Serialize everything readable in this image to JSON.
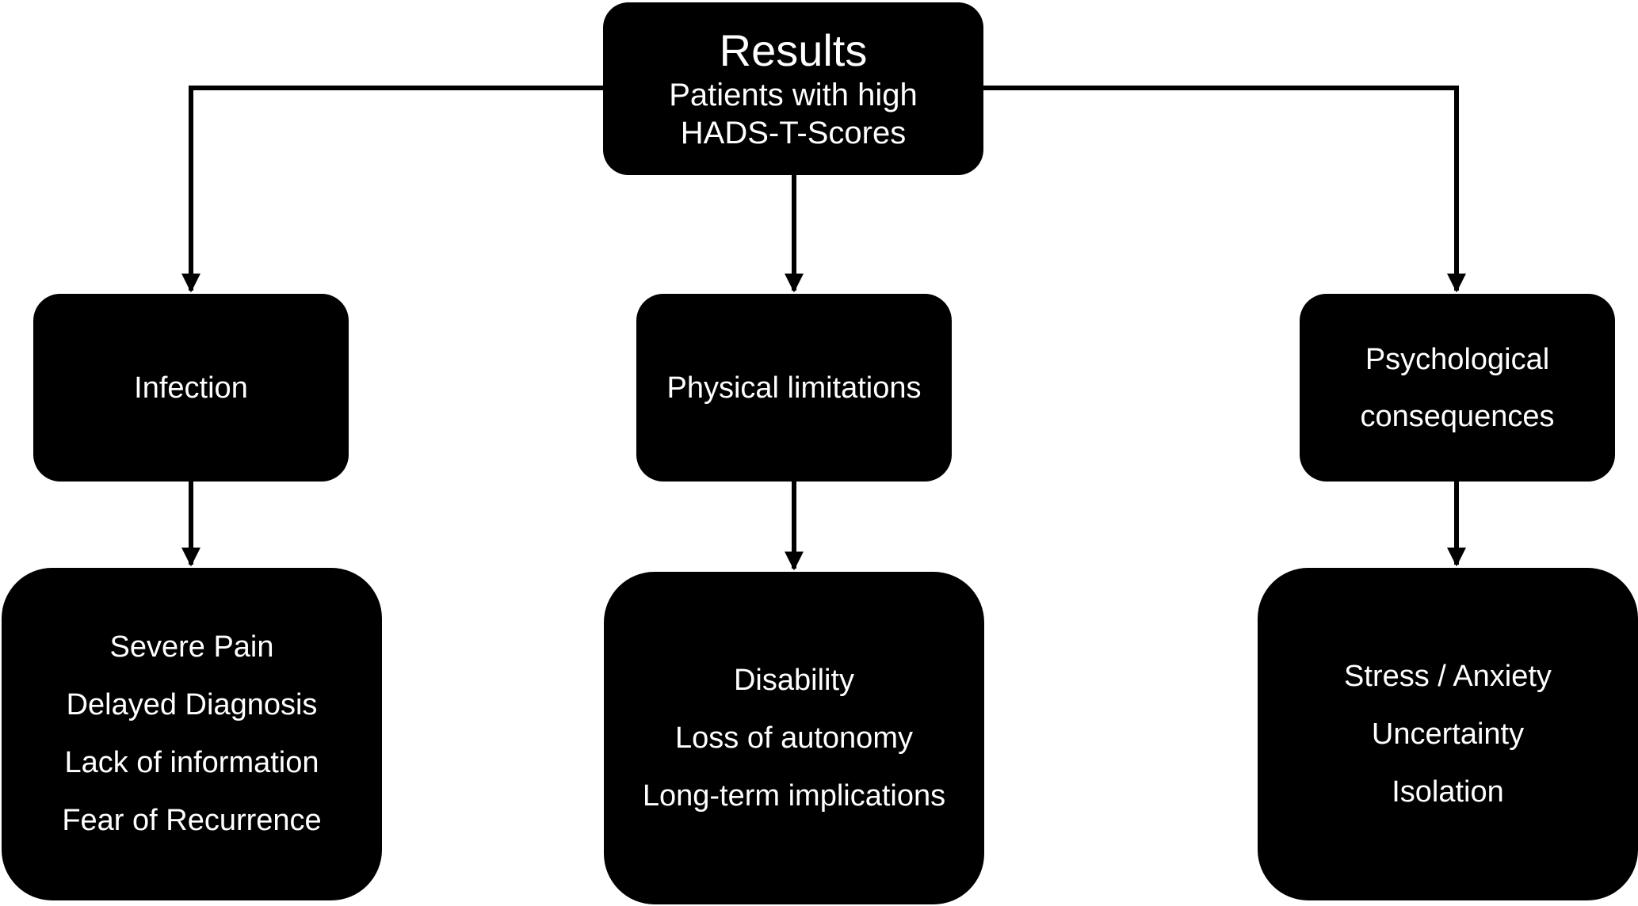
{
  "root": {
    "title": "Results",
    "subtitle_line1": "Patients with high",
    "subtitle_line2": "HADS-T-Scores"
  },
  "categories": [
    {
      "label": "Infection",
      "items": [
        "Severe Pain",
        "Delayed Diagnosis",
        "Lack of information",
        "Fear of Recurrence"
      ]
    },
    {
      "label": "Physical limitations",
      "items": [
        "Disability",
        "Loss of autonomy",
        "Long-term implications"
      ]
    },
    {
      "label_line1": "Psychological",
      "label_line2": "consequences",
      "items": [
        "Stress / Anxiety",
        "Uncertainty",
        "Isolation"
      ]
    }
  ]
}
